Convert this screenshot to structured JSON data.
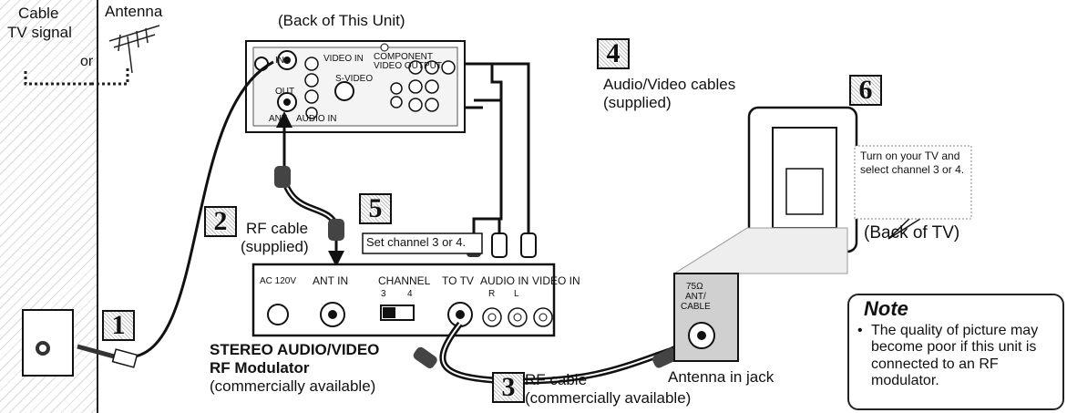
{
  "labels": {
    "cable_tv_signal": [
      "Cable",
      "TV signal"
    ],
    "antenna": "Antenna",
    "or": "or",
    "back_of_unit": "(Back of This Unit)",
    "back_of_tv": "(Back of TV)",
    "av_cables": [
      "Audio/Video cables",
      "(supplied)"
    ],
    "rf_cable_supplied": [
      "RF cable",
      "(supplied)"
    ],
    "rf_cable_commercial": [
      "RF cable",
      "(commercially available)"
    ],
    "set_channel": "Set channel 3 or 4.",
    "turn_on_tv": "Turn on your TV and select channel 3 or 4.",
    "antenna_in_jack": "Antenna in jack",
    "modulator_title": [
      "STEREO AUDIO/VIDEO",
      "RF Modulator"
    ],
    "modulator_sub": "(commercially available)",
    "tv_jack": [
      "75Ω",
      "ANT/",
      "CABLE"
    ]
  },
  "modulator_panel": {
    "ac": "AC 120V",
    "ant_in": "ANT IN",
    "channel": "CHANNEL",
    "ch3": "3",
    "ch4": "4",
    "to_tv": "TO TV",
    "audio_in": "AUDIO IN",
    "video_in": "VIDEO IN",
    "r": "R",
    "l": "L"
  },
  "unit_panel": {
    "in": "IN",
    "out": "OUT",
    "video_in": "VIDEO IN",
    "s_video": "S-VIDEO",
    "component": [
      "COMPONENT",
      "VIDEO OUTPUT"
    ],
    "ant": "ANT",
    "audio_in": "AUDIO IN"
  },
  "steps": [
    "1",
    "2",
    "3",
    "4",
    "5",
    "6"
  ],
  "note": {
    "title": "Note",
    "text": "The quality of picture may become poor if this unit is connected to an RF modulator."
  }
}
